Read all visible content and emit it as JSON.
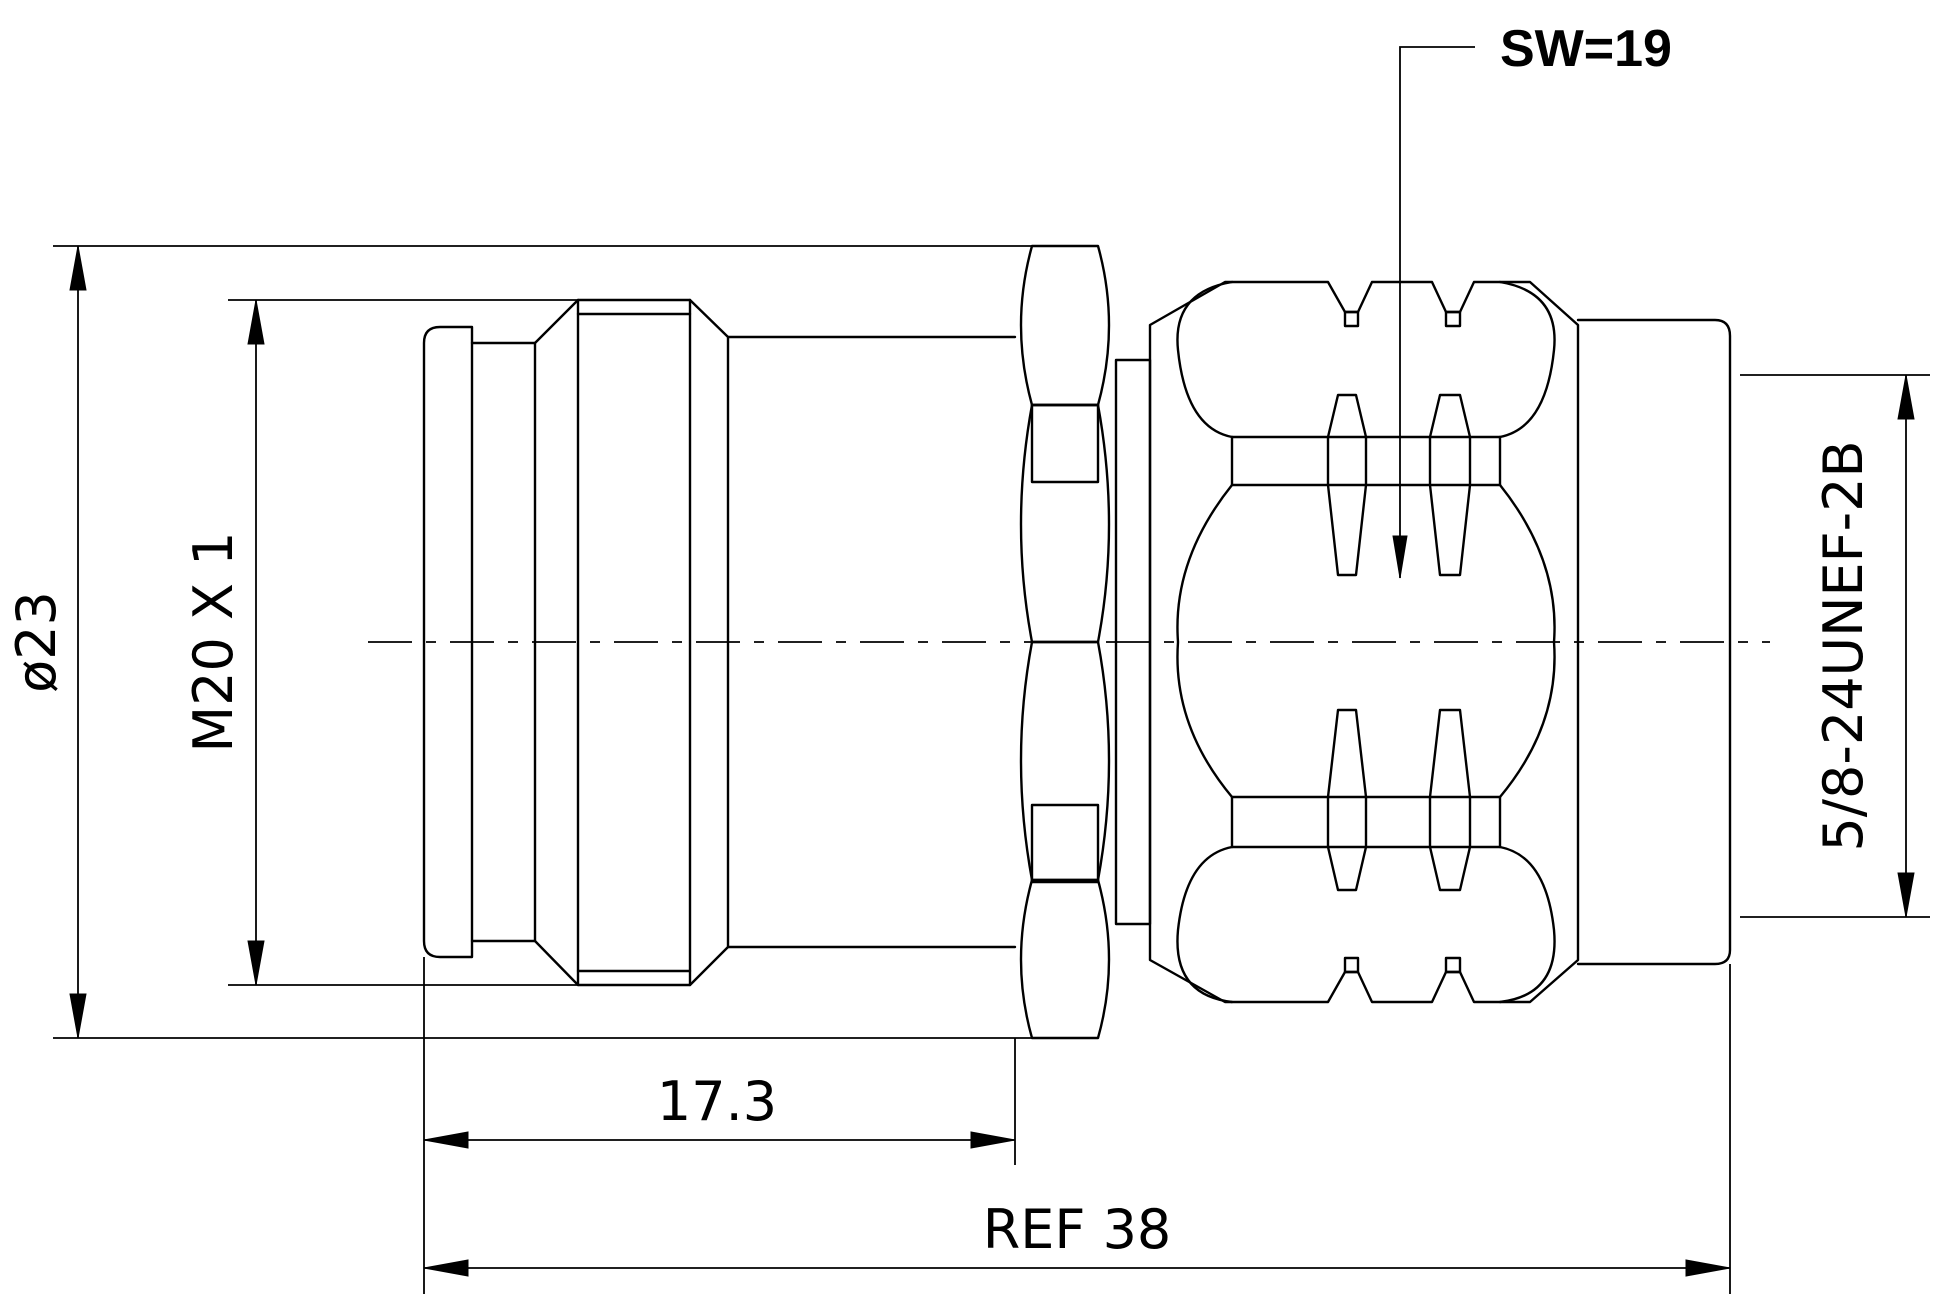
{
  "dimensions": {
    "diameter": "ø23",
    "thread_left": "M20 X 1",
    "length_body": "17.3",
    "length_total": "REF 38",
    "thread_right": "5/8-24UNEF-2B",
    "wrench": "SW=19"
  }
}
